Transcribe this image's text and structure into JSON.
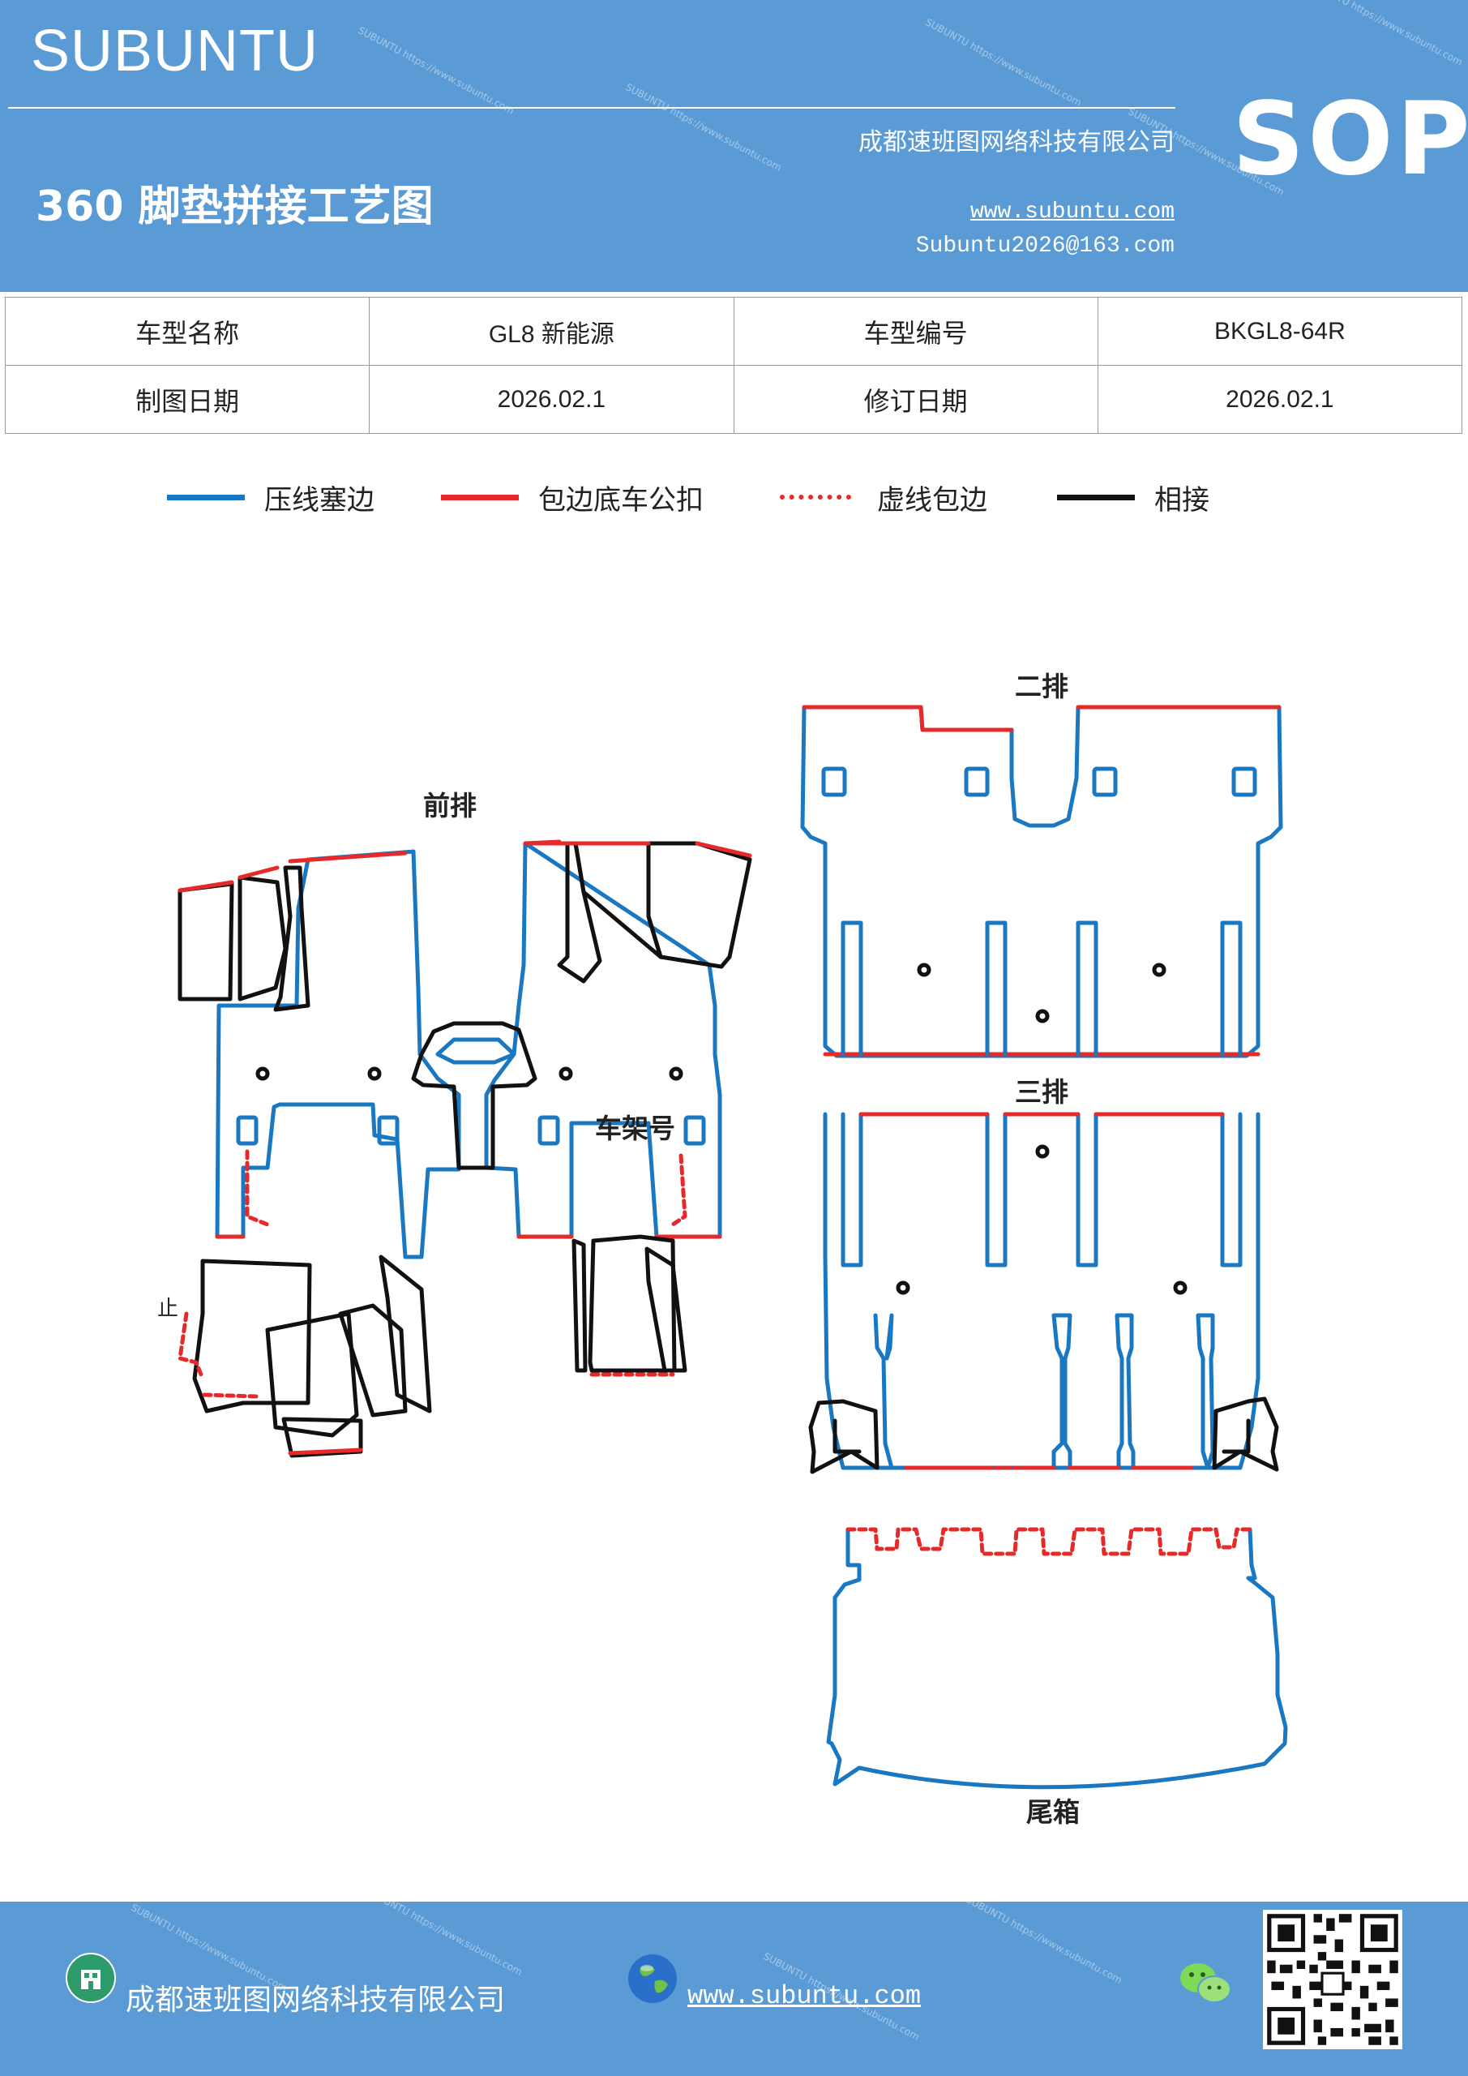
{
  "header": {
    "brand": "SUBUNTU",
    "title": "360 脚垫拼接工艺图",
    "company": "成都速班图网络科技有限公司",
    "website": "www.subuntu.com",
    "email": "Subuntu2026@163.com",
    "badge": "SOP"
  },
  "info_table": [
    [
      "车型名称",
      "GL8 新能源",
      "车型编号",
      "BKGL8-64R"
    ],
    [
      "制图日期",
      "2026.02.1",
      "修订日期",
      "2026.02.1"
    ]
  ],
  "legend": [
    {
      "label": "压线塞边",
      "style": "solid",
      "color": "#1a78c2"
    },
    {
      "label": "包边底车公扣",
      "style": "solid",
      "color": "#e62a2a"
    },
    {
      "label": "虚线包边",
      "style": "dotted",
      "color": "#e62a2a"
    },
    {
      "label": "相接",
      "style": "solid",
      "color": "#111111"
    }
  ],
  "diagram": {
    "labels": {
      "front_row": "前排",
      "frame_number": "车架号",
      "second_row": "二排",
      "third_row": "三排",
      "trunk": "尾箱",
      "small_mark": "止"
    }
  },
  "footer": {
    "company": "成都速班图网络科技有限公司",
    "website": "www.subuntu.com",
    "icons": [
      "building-icon",
      "globe-icon",
      "wechat-icon",
      "qr-code"
    ]
  },
  "colors": {
    "header_bg": "#5b9bd5",
    "press_line": "#1a78c2",
    "edge_binding": "#e62a2a",
    "joint": "#111111"
  }
}
